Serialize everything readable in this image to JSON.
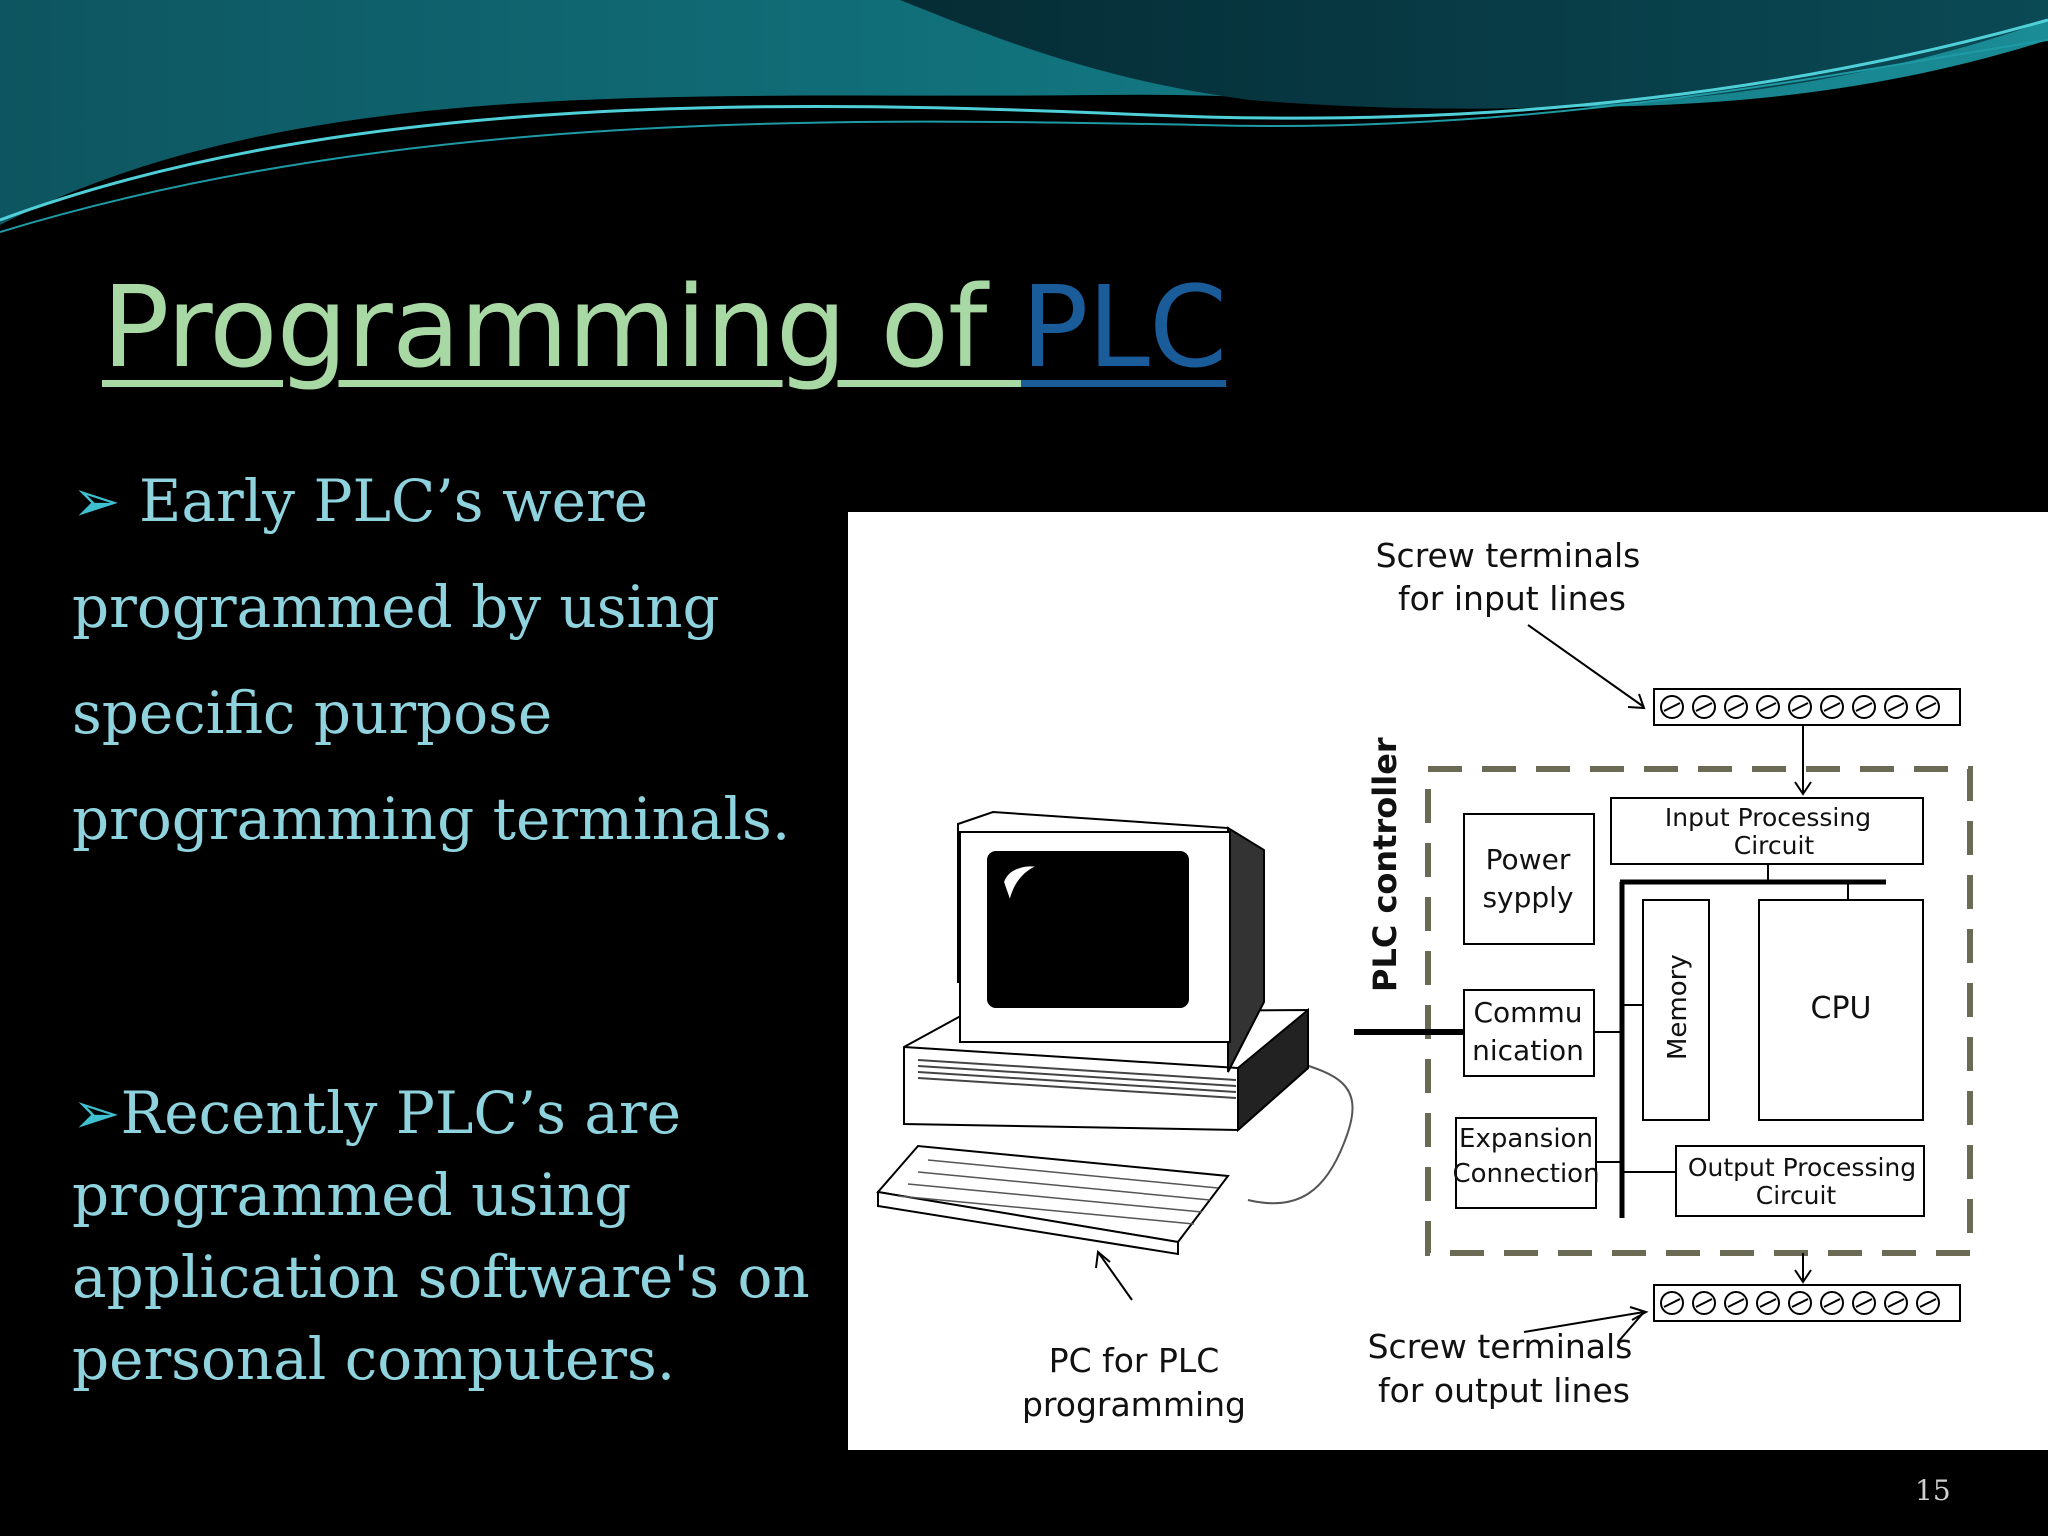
{
  "slide": {
    "title_main": "Programming of ",
    "title_accent": "PLC",
    "bullets": [
      {
        "marker": "➢",
        "text": "Early PLC’s were programmed by using specific purpose programming terminals."
      },
      {
        "marker": "➢",
        "text": "Recently PLC’s are programmed using application software's on personal computers."
      }
    ],
    "slide_number": "15"
  },
  "diagram": {
    "labels": {
      "input_terminals_line1": "Screw terminals",
      "input_terminals_line2": "for input lines",
      "output_terminals_line1": "Screw terminals",
      "output_terminals_line2": "for output lines",
      "pc_line1": "PC for PLC",
      "pc_line2": "programming",
      "plc_controller": "PLC controller",
      "power_line1": "Power",
      "power_line2": "sypply",
      "comm_line1": "Commu",
      "comm_line2": "nication",
      "expansion_line1": "Expansion",
      "expansion_line2": "Connection",
      "memory": "Memory",
      "cpu": "CPU",
      "input_proc_line1": "Input Processing",
      "input_proc_line2": "Circuit",
      "output_proc_line1": "Output Processing",
      "output_proc_line2": "Circuit"
    }
  },
  "colors": {
    "background": "#000000",
    "title_main": "#a8d8a4",
    "title_accent": "#1a5b9a",
    "bullet_text": "#8fd3df",
    "dashed_border": "#6b6b55"
  }
}
